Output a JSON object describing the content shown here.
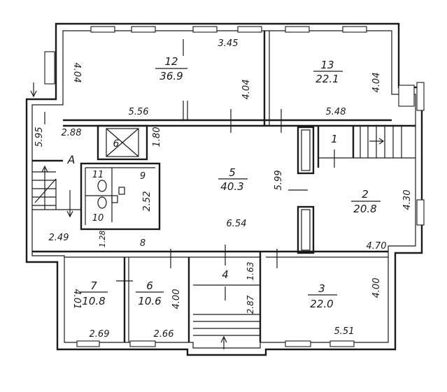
{
  "rooms": [
    {
      "id": "12",
      "num": "12",
      "area": "36.9"
    },
    {
      "id": "13",
      "num": "13",
      "area": "22.1"
    },
    {
      "id": "5",
      "num": "5",
      "area": "40.3"
    },
    {
      "id": "2",
      "num": "2",
      "area": "20.8"
    },
    {
      "id": "7",
      "num": "7",
      "area": "10.8"
    },
    {
      "id": "6b",
      "num": "6",
      "area": "10.6"
    },
    {
      "id": "3",
      "num": "3",
      "area": "22.0"
    }
  ],
  "labels": {
    "r1": "1",
    "r4": "4",
    "r6": "6",
    "r9": "9",
    "r10": "10",
    "r11": "11",
    "r8": "8",
    "stairA": "A"
  },
  "dimensions": {
    "d345": "3.45",
    "d404a": "4.04",
    "d404b": "4.04",
    "d404c": "4.04",
    "d556": "5.56",
    "d548": "5.48",
    "d595": "5.95",
    "d288": "2.88",
    "d180": "1.80",
    "d252": "2.52",
    "d599": "5.99",
    "d430": "4.30",
    "d654": "6.54",
    "d249": "2.49",
    "d128": "1.28",
    "d470": "4.70",
    "d401": "4.01",
    "d400a": "4.00",
    "d163": "1.63",
    "d287": "2.87",
    "d400b": "4.00",
    "d269": "2.69",
    "d266": "2.66",
    "d551": "5.51"
  }
}
